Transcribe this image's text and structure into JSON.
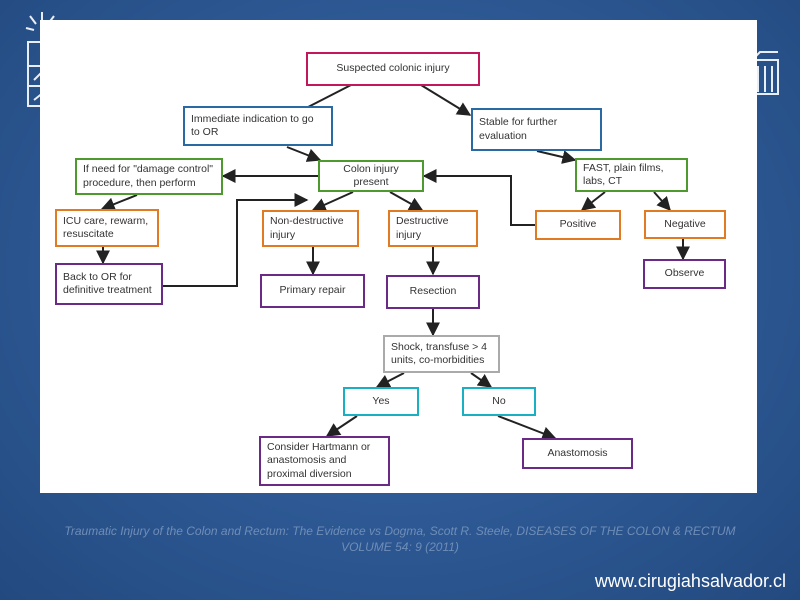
{
  "diagram": {
    "nodes": [
      {
        "id": "suspected",
        "label": "Suspected colonic injury"
      },
      {
        "id": "immediate",
        "label": "Immediate indication to go to OR"
      },
      {
        "id": "stable",
        "label": "Stable for further evaluation"
      },
      {
        "id": "damage",
        "label": "If need for \"damage control\" procedure, then perform"
      },
      {
        "id": "colon_present",
        "label": "Colon injury present"
      },
      {
        "id": "fast",
        "label": "FAST, plain films, labs, CT"
      },
      {
        "id": "icu",
        "label": "ICU care, rewarm, resuscitate"
      },
      {
        "id": "nondestructive",
        "label": "Non-destructive injury"
      },
      {
        "id": "destructive",
        "label": "Destructive injury"
      },
      {
        "id": "positive",
        "label": "Positive"
      },
      {
        "id": "negative",
        "label": "Negative"
      },
      {
        "id": "back_or",
        "label": "Back to OR for definitive treatment"
      },
      {
        "id": "primary_repair",
        "label": "Primary repair"
      },
      {
        "id": "resection",
        "label": "Resection"
      },
      {
        "id": "observe",
        "label": "Observe"
      },
      {
        "id": "shock",
        "label": "Shock, transfuse > 4 units, co-morbidities"
      },
      {
        "id": "yes",
        "label": "Yes"
      },
      {
        "id": "no",
        "label": "No"
      },
      {
        "id": "hartmann",
        "label": "Consider Hartmann or anastomosis and proximal diversion"
      },
      {
        "id": "anastomosis",
        "label": "Anastomosis"
      }
    ],
    "edges": [
      [
        "suspected",
        "immediate"
      ],
      [
        "suspected",
        "stable"
      ],
      [
        "immediate",
        "colon_present"
      ],
      [
        "stable",
        "fast"
      ],
      [
        "colon_present",
        "damage"
      ],
      [
        "colon_present",
        "nondestructive"
      ],
      [
        "colon_present",
        "destructive"
      ],
      [
        "fast",
        "positive"
      ],
      [
        "fast",
        "negative"
      ],
      [
        "positive",
        "colon_present"
      ],
      [
        "damage",
        "icu"
      ],
      [
        "icu",
        "back_or"
      ],
      [
        "back_or",
        "colon_present"
      ],
      [
        "nondestructive",
        "primary_repair"
      ],
      [
        "destructive",
        "resection"
      ],
      [
        "negative",
        "observe"
      ],
      [
        "resection",
        "shock"
      ],
      [
        "shock",
        "yes"
      ],
      [
        "shock",
        "no"
      ],
      [
        "yes",
        "hartmann"
      ],
      [
        "no",
        "anastomosis"
      ]
    ],
    "colors": {
      "red": "#c2185b",
      "blue": "#2a6aa3",
      "green": "#4e9a2e",
      "orange": "#e07b24",
      "purple": "#6a2a86",
      "gray": "#aaaaaa",
      "cyan": "#1ab0c4"
    }
  },
  "citation": "Traumatic Injury of the Colon and Rectum: The Evidence vs Dogma, Scott R. Steele, DISEASES OF THE COLON & RECTUM VOLUME 54: 9 (2011)",
  "website": "www.cirugiahsalvador.cl"
}
